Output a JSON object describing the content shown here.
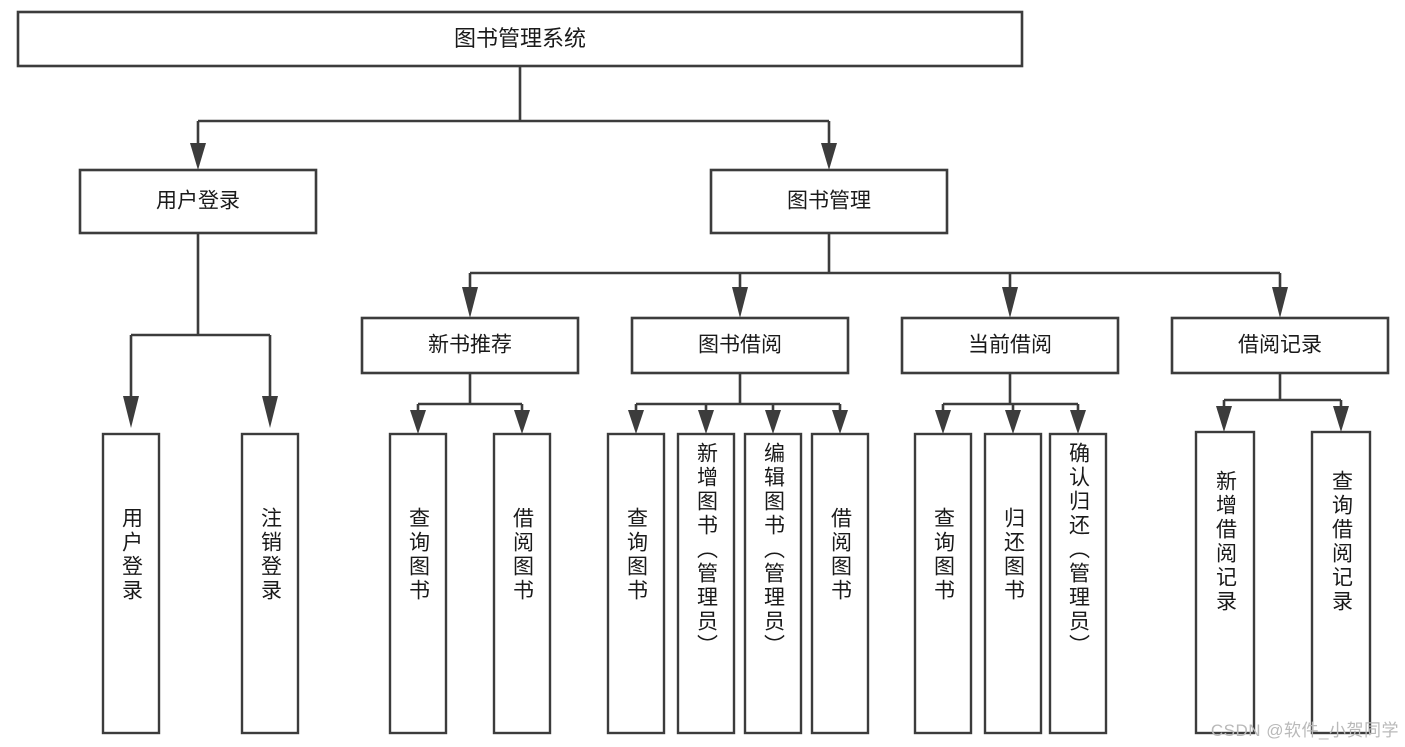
{
  "diagram": {
    "type": "tree-hierarchy-chart",
    "title": "图书管理系统",
    "watermark": "CSDN @软件_小贺同学",
    "colors": {
      "stroke": "#3c3c3c",
      "fill": "#ffffff",
      "text": "#1a1a1a",
      "watermark": "#b9b9b9"
    },
    "levels": {
      "root": {
        "label": "图书管理系统"
      },
      "level2": [
        {
          "label": "用户登录"
        },
        {
          "label": "图书管理"
        }
      ],
      "level3": [
        {
          "label": "新书推荐"
        },
        {
          "label": "图书借阅"
        },
        {
          "label": "当前借阅"
        },
        {
          "label": "借阅记录"
        }
      ],
      "leaves": {
        "user_login": [
          {
            "label": "用户登录"
          },
          {
            "label": "注销登录"
          }
        ],
        "new_book_recommend": [
          {
            "label": "查询图书"
          },
          {
            "label": "借阅图书"
          }
        ],
        "book_borrow": [
          {
            "label": "查询图书"
          },
          {
            "label": "新增图书（管理员）"
          },
          {
            "label": "编辑图书（管理员）"
          },
          {
            "label": "借阅图书"
          }
        ],
        "current_borrow": [
          {
            "label": "查询图书"
          },
          {
            "label": "归还图书"
          },
          {
            "label": "确认归还（管理员）"
          }
        ],
        "borrow_record": [
          {
            "label": "新增借阅记录"
          },
          {
            "label": "查询借阅记录"
          }
        ]
      }
    }
  }
}
